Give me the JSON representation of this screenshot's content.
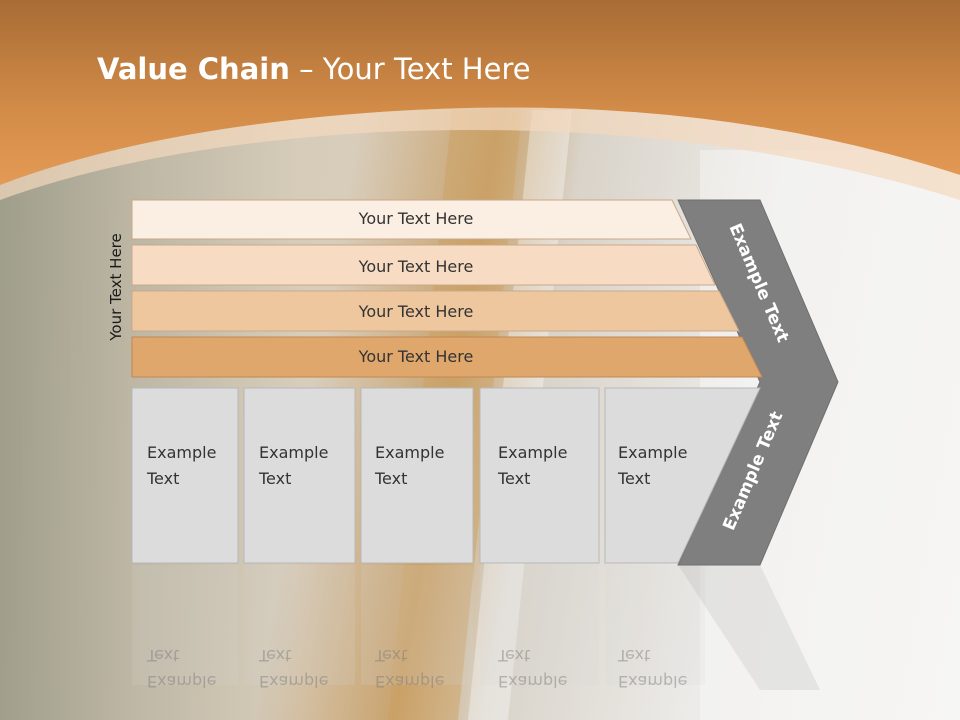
{
  "slide": {
    "title_bold": "Value Chain",
    "title_rest": " – Your Text Here",
    "vertical_label": "Your Text Here"
  },
  "bands": [
    {
      "label": "Your Text Here",
      "color": "#fbeee2"
    },
    {
      "label": "Your Text Here",
      "color": "#f7dcc3"
    },
    {
      "label": "Your Text Here",
      "color": "#efc79f"
    },
    {
      "label": "Your Text Here",
      "color": "#e0a76c"
    }
  ],
  "boxes": [
    {
      "line1": "Example",
      "line2": "Text"
    },
    {
      "line1": "Example",
      "line2": "Text"
    },
    {
      "line1": "Example",
      "line2": "Text"
    },
    {
      "line1": "Example",
      "line2": "Text"
    },
    {
      "line1": "Example",
      "line2": "Text"
    }
  ],
  "chevron": {
    "upper_label": "Example Text",
    "lower_label": "Example Text",
    "color": "#7f7f7f"
  },
  "colors": {
    "header_orange": "#d8914a",
    "box_fill": "#dcdcdc",
    "box_stroke": "#b8b8b8"
  }
}
